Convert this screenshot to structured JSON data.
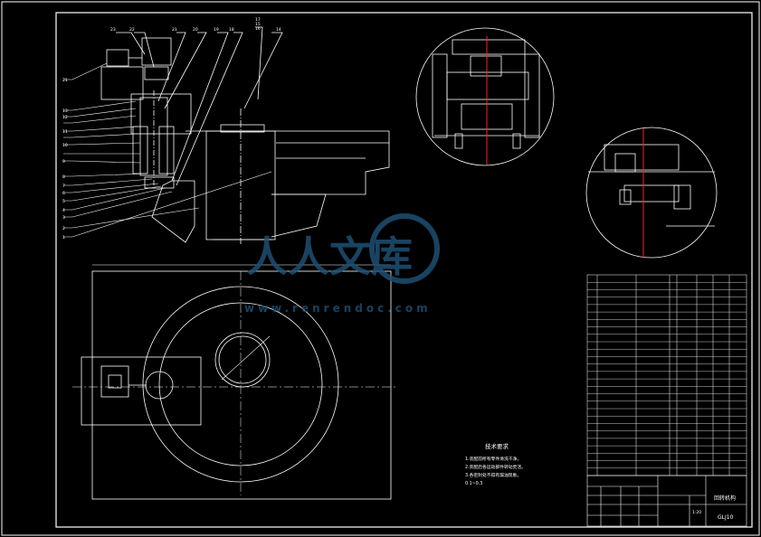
{
  "sheet": {
    "background": "#000000",
    "line_color": "#ffffff",
    "center_line_color": "#ff2020",
    "accent_color": "#3a7fb5"
  },
  "watermark": {
    "cn_text": "人人文库",
    "url_text": "www.renrendoc.com"
  },
  "leader_numbers": {
    "top": [
      "23",
      "22",
      "21",
      "20",
      "19",
      "18",
      "17",
      "15",
      "16",
      "14"
    ],
    "left": [
      "21",
      "13",
      "12",
      "11",
      "10",
      "9",
      "8",
      "7",
      "6",
      "5",
      "4",
      "3",
      "2",
      "1"
    ]
  },
  "tech_notes": {
    "title": "技术要求",
    "lines": [
      "1.装配前所有零件清洗干净。",
      "2.装配后各运动部件转动灵活。",
      "3.各密封处不得有漏油现象。",
      "  0.1~0.3"
    ]
  },
  "title_block": {
    "drawing_name": "回转机构",
    "drawing_code": "GLJ10",
    "scale": "1:20"
  }
}
